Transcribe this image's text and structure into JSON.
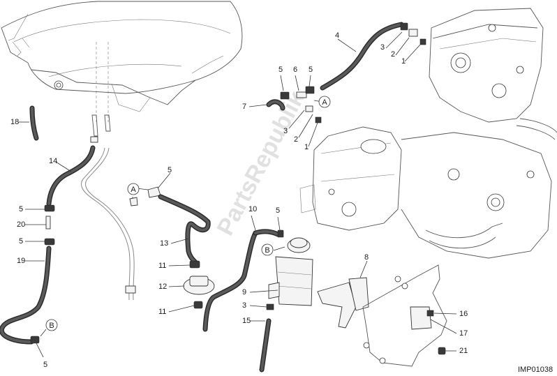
{
  "diagram": {
    "watermark": "PartsRepublik",
    "code": "IMP01038",
    "callouts": [
      "18",
      "14",
      "5",
      "20",
      "5",
      "19",
      "5",
      "5",
      "13",
      "11",
      "12",
      "11",
      "10",
      "5",
      "9",
      "3",
      "15",
      "4",
      "3",
      "2",
      "1",
      "5",
      "6",
      "5",
      "7",
      "3",
      "2",
      "1",
      "8",
      "16",
      "17",
      "21"
    ],
    "connector_labels": [
      "A",
      "A",
      "B",
      "B"
    ]
  }
}
